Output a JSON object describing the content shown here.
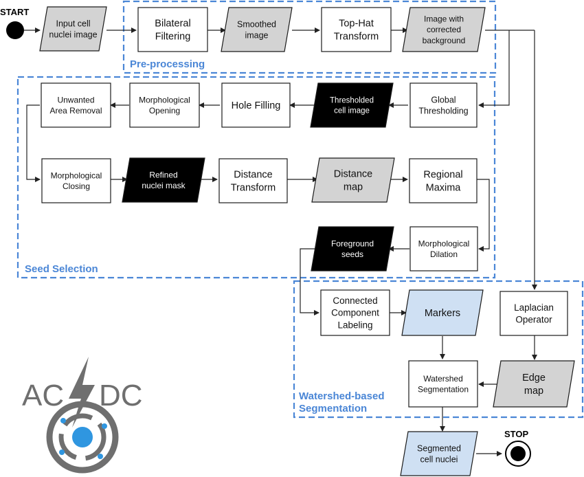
{
  "terminals": {
    "start": "START",
    "stop": "STOP"
  },
  "groups": {
    "preprocessing": "Pre-processing",
    "seed_selection": "Seed Selection",
    "watershed_line1": "Watershed-based",
    "watershed_line2": "Segmentation"
  },
  "nodes": {
    "input": {
      "lines": [
        "Input cell",
        "nuclei image"
      ],
      "kind": "data-gray"
    },
    "bilateral": {
      "lines": [
        "Bilateral",
        "Filtering"
      ],
      "kind": "process"
    },
    "smoothed": {
      "lines": [
        "Smoothed",
        "image"
      ],
      "kind": "data-gray"
    },
    "tophat": {
      "lines": [
        "Top-Hat",
        "Transform"
      ],
      "kind": "process"
    },
    "corrected": {
      "lines": [
        "Image with",
        "corrected",
        "background"
      ],
      "kind": "data-gray"
    },
    "global": {
      "lines": [
        "Global",
        "Thresholding"
      ],
      "kind": "process"
    },
    "thresholded": {
      "lines": [
        "Thresholded",
        "cell image"
      ],
      "kind": "data-black"
    },
    "holefill": {
      "lines": [
        "Hole Filling"
      ],
      "kind": "process"
    },
    "opening": {
      "lines": [
        "Morphological",
        "Opening"
      ],
      "kind": "process"
    },
    "unwanted": {
      "lines": [
        "Unwanted",
        "Area Removal"
      ],
      "kind": "process"
    },
    "closing": {
      "lines": [
        "Morphological",
        "Closing"
      ],
      "kind": "process"
    },
    "refined": {
      "lines": [
        "Refined",
        "nuclei mask"
      ],
      "kind": "data-black"
    },
    "distance": {
      "lines": [
        "Distance",
        "Transform"
      ],
      "kind": "process"
    },
    "distmap": {
      "lines": [
        "Distance",
        "map"
      ],
      "kind": "data-gray"
    },
    "regional": {
      "lines": [
        "Regional",
        "Maxima"
      ],
      "kind": "process"
    },
    "dilation": {
      "lines": [
        "Morphological",
        "Dilation"
      ],
      "kind": "process"
    },
    "foreground": {
      "lines": [
        "Foreground",
        "seeds"
      ],
      "kind": "data-black"
    },
    "ccl": {
      "lines": [
        "Connected",
        "Component",
        "Labeling"
      ],
      "kind": "process"
    },
    "markers": {
      "lines": [
        "Markers"
      ],
      "kind": "data-blue"
    },
    "laplacian": {
      "lines": [
        "Laplacian",
        "Operator"
      ],
      "kind": "process"
    },
    "watershed": {
      "lines": [
        "Watershed",
        "Segmentation"
      ],
      "kind": "process"
    },
    "edgemap": {
      "lines": [
        "Edge",
        "map"
      ],
      "kind": "data-gray"
    },
    "segmented": {
      "lines": [
        "Segmented",
        "cell nuclei"
      ],
      "kind": "data-blue"
    }
  },
  "logo": {
    "text_left": "AC",
    "text_right": "DC"
  },
  "colors": {
    "group_border": "#4a86d6",
    "data_gray": "#d3d3d3",
    "data_black": "#000000",
    "data_blue": "#cfe0f3",
    "logo_gray": "#6f6f6f",
    "logo_blue": "#2f96e0"
  }
}
